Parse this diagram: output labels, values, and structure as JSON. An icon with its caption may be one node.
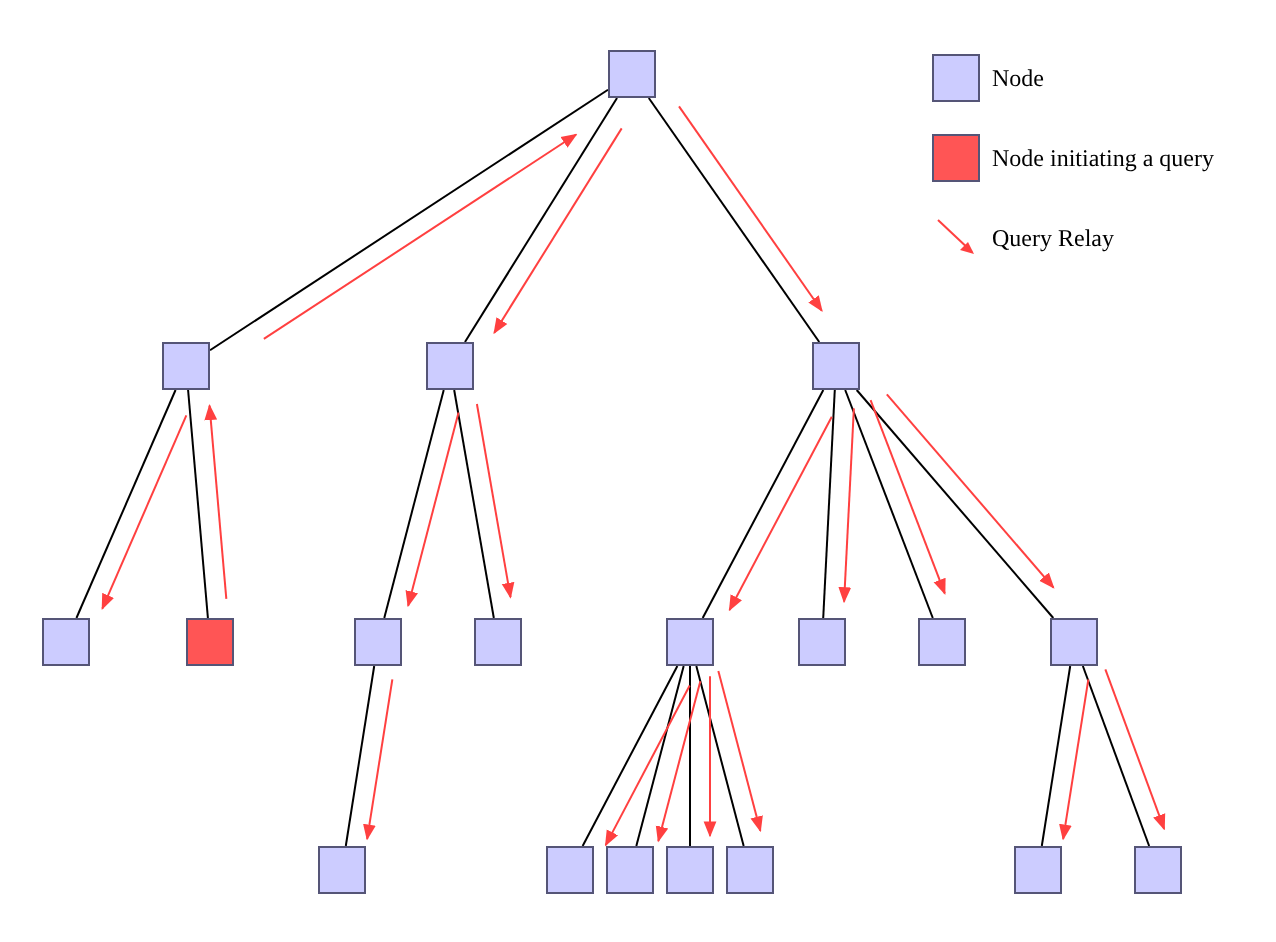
{
  "diagram": {
    "nodes": [
      {
        "text": [],
        "shape": "box"
      },
      {
        "text": [],
        "shape": "box"
      },
      {
        "text": [],
        "shape": "box"
      },
      {
        "text": [],
        "shape": "box"
      },
      {
        "text": [],
        "shape": "box"
      },
      {
        "text": [],
        "shape": "box"
      },
      {
        "text": [],
        "shape": "box"
      },
      {
        "text": [],
        "shape": "box"
      },
      {
        "text": [],
        "shape": "box"
      },
      {
        "text": [],
        "shape": "box"
      },
      {
        "text": [],
        "shape": "box"
      },
      {
        "text": [],
        "shape": "box"
      },
      {
        "text": [],
        "shape": "box"
      },
      {
        "text": [],
        "shape": "box"
      },
      {
        "text": [],
        "shape": "box"
      },
      {
        "text": [],
        "shape": "box"
      },
      {
        "text": [],
        "shape": "box"
      },
      {
        "text": [],
        "shape": "box"
      },
      {
        "text": [],
        "shape": "box"
      }
    ],
    "edges": [
      {
        "from": 0,
        "to": 1,
        "arrow": "none"
      },
      {
        "from": 0,
        "to": 2,
        "arrow": "none"
      },
      {
        "from": 0,
        "to": 3,
        "arrow": "none"
      },
      {
        "from": 1,
        "to": 4,
        "arrow": "none"
      },
      {
        "from": 1,
        "to": 5,
        "arrow": "none"
      },
      {
        "from": 2,
        "to": 6,
        "arrow": "none"
      },
      {
        "from": 2,
        "to": 7,
        "arrow": "none"
      },
      {
        "from": 3,
        "to": 8,
        "arrow": "none"
      },
      {
        "from": 3,
        "to": 9,
        "arrow": "none"
      },
      {
        "from": 3,
        "to": 10,
        "arrow": "none"
      },
      {
        "from": 3,
        "to": 11,
        "arrow": "none"
      },
      {
        "from": 6,
        "to": 12,
        "arrow": "none"
      },
      {
        "from": 8,
        "to": 13,
        "arrow": "none"
      },
      {
        "from": 8,
        "to": 14,
        "arrow": "none"
      },
      {
        "from": 8,
        "to": 15,
        "arrow": "none"
      },
      {
        "from": 8,
        "to": 16,
        "arrow": "none"
      },
      {
        "from": 11,
        "to": 17,
        "arrow": "none"
      },
      {
        "from": 11,
        "to": 18,
        "arrow": "none"
      },
      {
        "from": 5,
        "to": 1,
        "arrow": "to",
        "color": "#ff4040"
      },
      {
        "from": 1,
        "to": 0,
        "arrow": "to",
        "color": "#ff4040"
      },
      {
        "from": 1,
        "to": 4,
        "arrow": "to",
        "color": "#ff4040"
      },
      {
        "from": 0,
        "to": 2,
        "arrow": "to",
        "color": "#ff4040"
      },
      {
        "from": 0,
        "to": 3,
        "arrow": "to",
        "color": "#ff4040"
      },
      {
        "from": 2,
        "to": 6,
        "arrow": "to",
        "color": "#ff4040"
      },
      {
        "from": 2,
        "to": 7,
        "arrow": "to",
        "color": "#ff4040"
      },
      {
        "from": 6,
        "to": 12,
        "arrow": "to",
        "color": "#ff4040"
      },
      {
        "from": 3,
        "to": 8,
        "arrow": "to",
        "color": "#ff4040"
      },
      {
        "from": 3,
        "to": 9,
        "arrow": "to",
        "color": "#ff4040"
      },
      {
        "from": 3,
        "to": 10,
        "arrow": "to",
        "color": "#ff4040"
      },
      {
        "from": 3,
        "to": 11,
        "arrow": "to",
        "color": "#ff4040"
      },
      {
        "from": 8,
        "to": 13,
        "arrow": "to",
        "color": "#ff4040"
      },
      {
        "from": 8,
        "to": 14,
        "arrow": "to",
        "color": "#ff4040"
      },
      {
        "from": 8,
        "to": 15,
        "arrow": "to",
        "color": "#ff4040"
      },
      {
        "from": 8,
        "to": 16,
        "arrow": "to",
        "color": "#ff4040"
      },
      {
        "from": 11,
        "to": 17,
        "arrow": "to",
        "color": "#ff4040"
      },
      {
        "from": 11,
        "to": 18,
        "arrow": "to",
        "color": "#ff4040"
      }
    ],
    "legend": [
      {
        "text": "Node",
        "color": "#ccccff"
      },
      {
        "text": "Node initiating a query",
        "color": "#ff5555"
      },
      {
        "text": "Query Relay"
      }
    ]
  }
}
